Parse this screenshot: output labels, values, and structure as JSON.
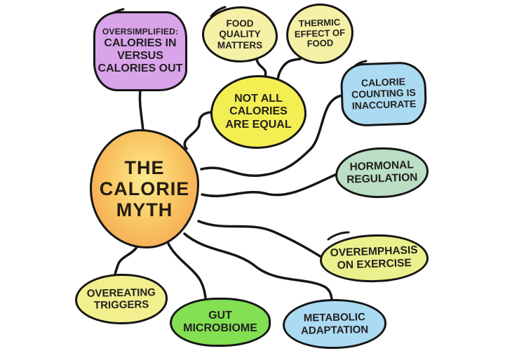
{
  "theme": {
    "background": "#ffffff",
    "outline_color": "#161616",
    "text_color": "#232021"
  },
  "center": {
    "label": "THE\nCALORIE\nMYTH",
    "inner_color": "#fdea90",
    "mid_color": "#f9c562",
    "outer_color": "#f2994d"
  },
  "nodes": [
    {
      "id": "oversimplified",
      "heading": "OVERSIMPLIFIED:",
      "label": "CALORIES IN\nVERSUS\nCALORIES OUT",
      "color": "#d9a4ea"
    },
    {
      "id": "food-quality",
      "label": "FOOD\nQUALITY\nMATTERS",
      "color": "#f4f0a6"
    },
    {
      "id": "thermic-effect",
      "label": "THERMIC\nEFFECT OF\nFOOD",
      "color": "#f4f0a6"
    },
    {
      "id": "not-all-calories",
      "label": "NOT ALL\nCALORIES\nARE EQUAL",
      "color": "#f3ee52"
    },
    {
      "id": "calorie-counting",
      "label": "CALORIE\nCOUNTING IS\nINACCURATE",
      "color": "#abdbf2"
    },
    {
      "id": "hormonal-regulation",
      "label": "HORMONAL\nREGULATION",
      "color": "#badfc4"
    },
    {
      "id": "overemphasis-exercise",
      "label": "OVEREMPHASIS\nON EXERCISE",
      "color": "#eaf18c"
    },
    {
      "id": "metabolic-adaptation",
      "label": "METABOLIC\nADAPTATION",
      "color": "#abdbf2"
    },
    {
      "id": "gut-microbiome",
      "label": "GUT\nMICROBIOME",
      "color": "#82e052"
    },
    {
      "id": "overeating-triggers",
      "label": "OVEREATING\nTRIGGERS",
      "color": "#f2ef8e"
    }
  ]
}
